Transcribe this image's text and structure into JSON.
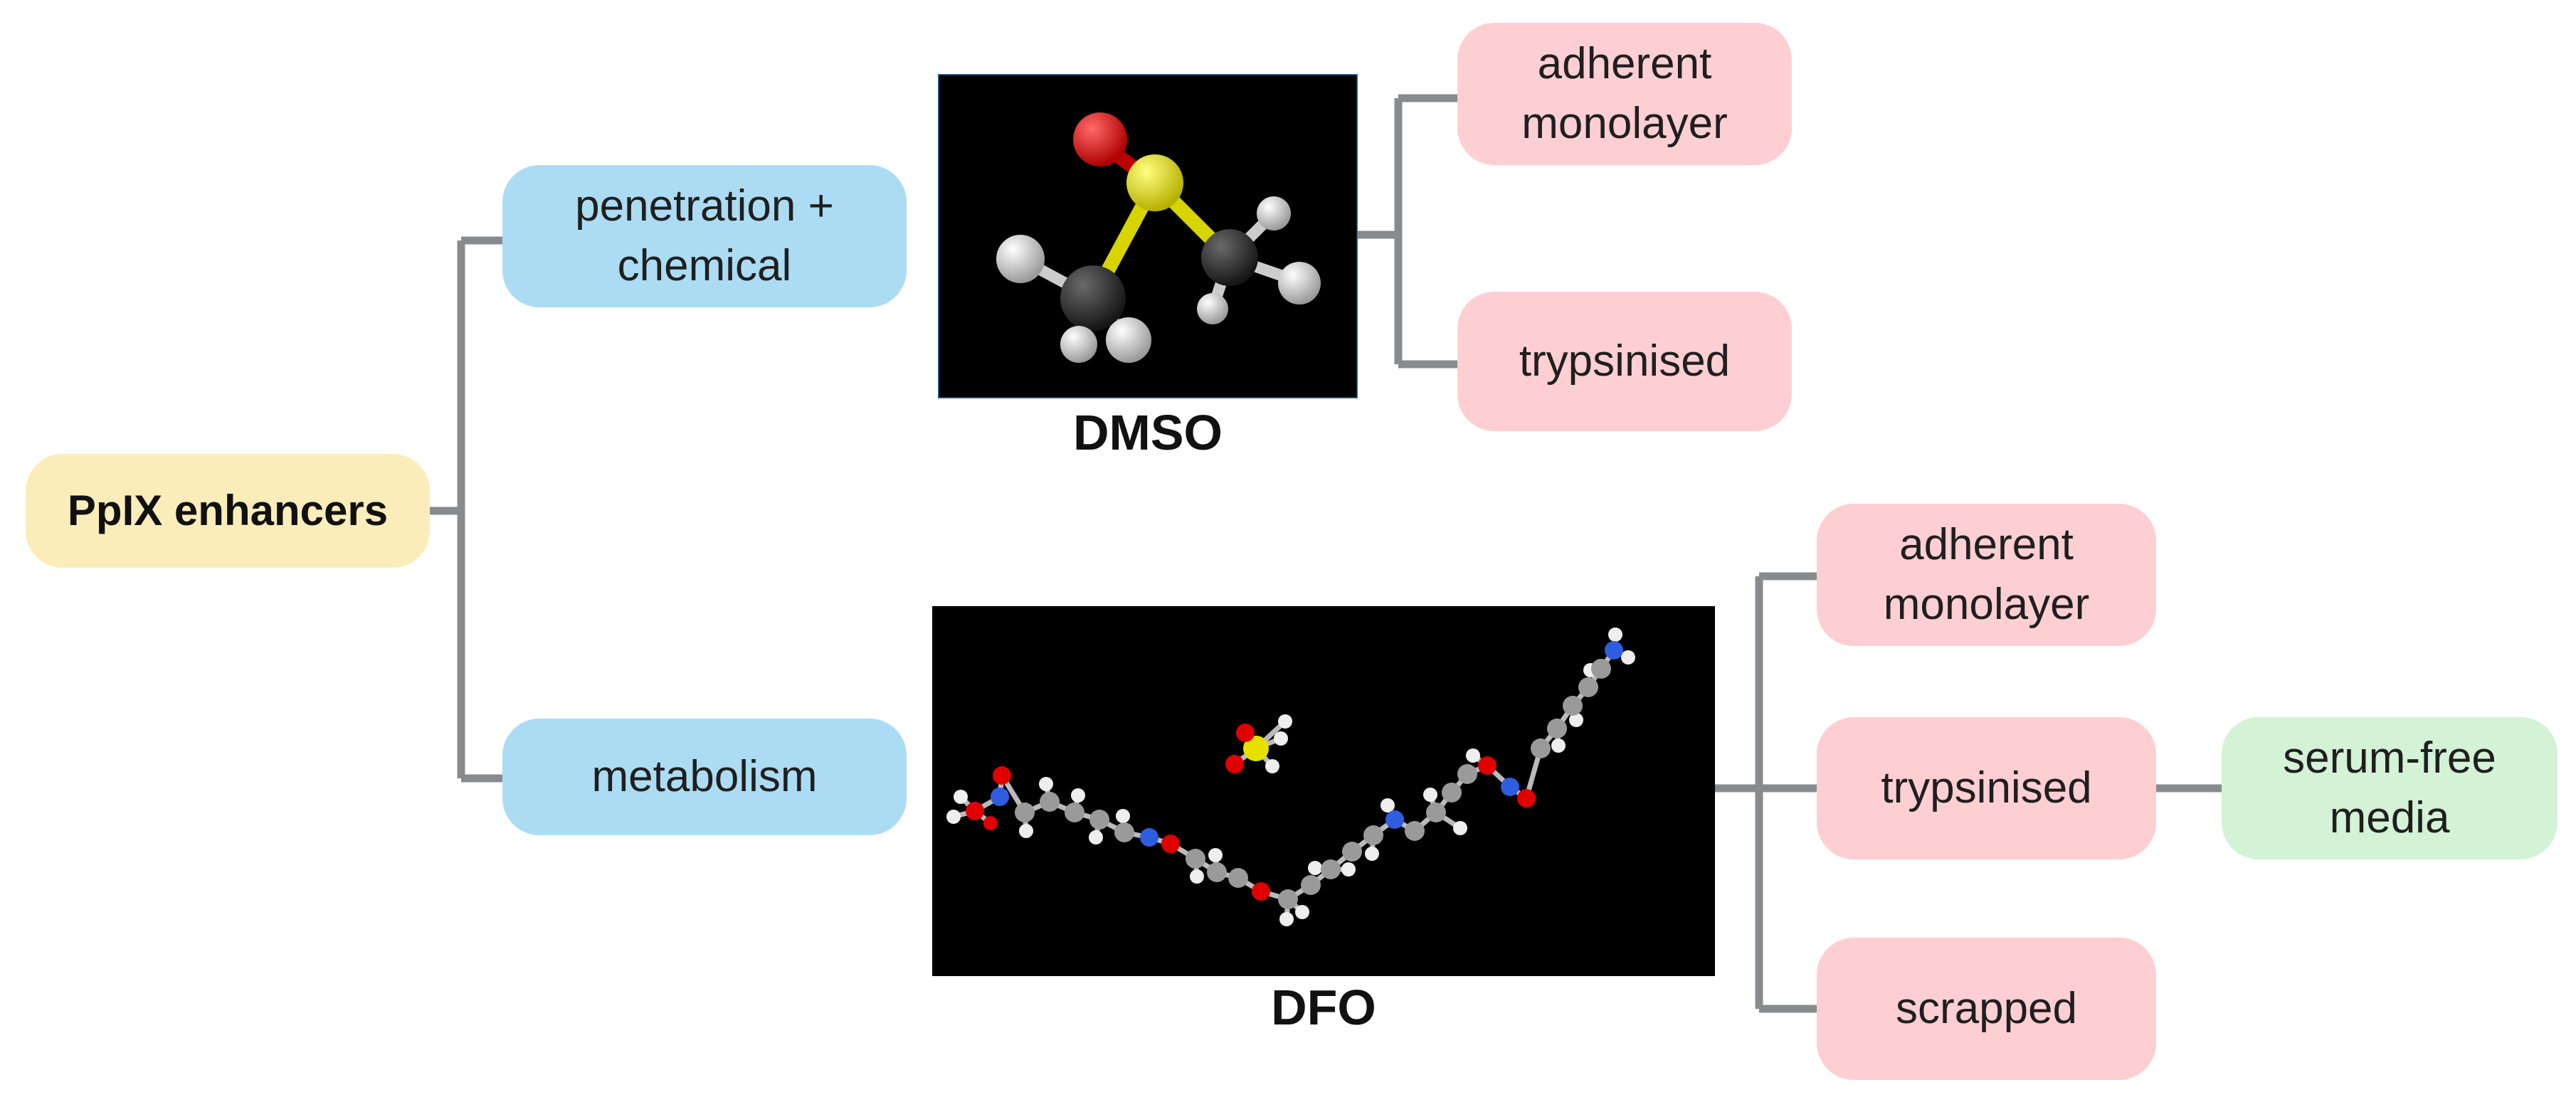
{
  "root": {
    "label": "PpIX enhancers"
  },
  "categories": [
    {
      "id": "penetration",
      "lines": [
        "penetration +",
        "chemical"
      ]
    },
    {
      "id": "metabolism",
      "lines": [
        "metabolism"
      ]
    }
  ],
  "compounds": {
    "dmso": {
      "label": "DMSO",
      "image": "dmso-molecule-ball-and-stick"
    },
    "dfo": {
      "label": "DFO",
      "image": "dfo-molecule-ball-and-stick"
    }
  },
  "dmso_methods": [
    {
      "lines": [
        "adherent",
        "monolayer"
      ]
    },
    {
      "lines": [
        "trypsinised"
      ]
    }
  ],
  "dfo_methods": [
    {
      "lines": [
        "adherent",
        "monolayer"
      ]
    },
    {
      "lines": [
        "trypsinised"
      ]
    },
    {
      "lines": [
        "scrapped"
      ]
    }
  ],
  "dfo_sub": {
    "lines": [
      "serum-free",
      "media"
    ]
  },
  "colors": {
    "root": "#fbedb9",
    "category": "#acdcf3",
    "method": "#fecfd2",
    "sub": "#d3f2d6",
    "connector": "#888b8d",
    "molecule_bg": "#000000",
    "atom_carbon": "#333333",
    "atom_hydrogen": "#eeeeee",
    "atom_oxygen": "#e00000",
    "atom_sulfur": "#e6e000",
    "atom_nitrogen": "#2f5de0"
  }
}
